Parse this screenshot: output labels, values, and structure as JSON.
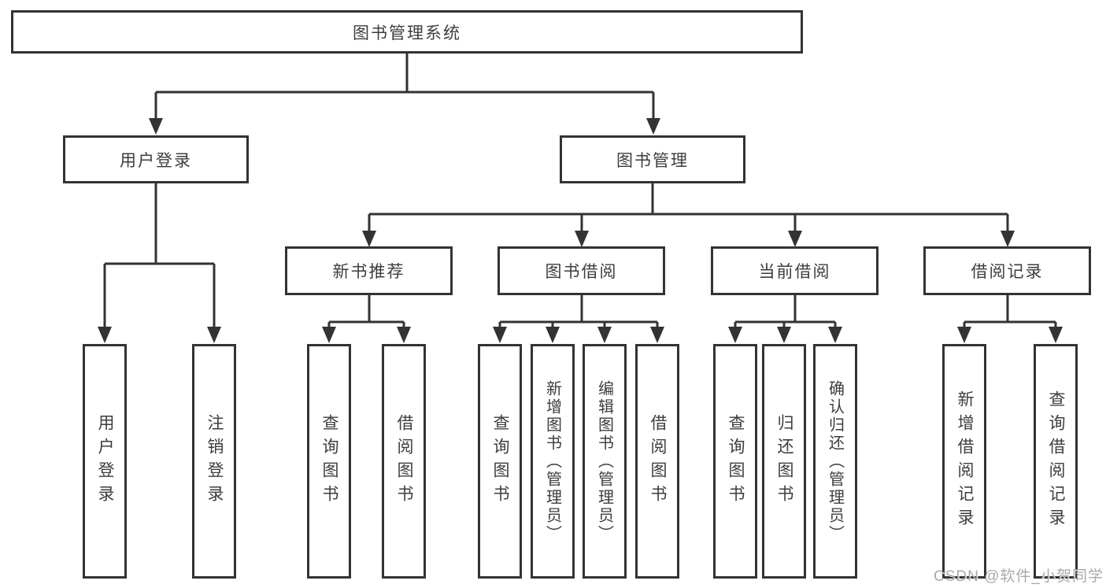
{
  "root": {
    "label": "图书管理系统"
  },
  "level2": [
    {
      "id": "user-login",
      "label": "用户登录"
    },
    {
      "id": "book-management",
      "label": "图书管理"
    }
  ],
  "level3": [
    {
      "id": "new-book-recommend",
      "label": "新书推荐"
    },
    {
      "id": "book-borrowing",
      "label": "图书借阅"
    },
    {
      "id": "current-borrowing",
      "label": "当前借阅"
    },
    {
      "id": "borrowing-records",
      "label": "借阅记录"
    }
  ],
  "leaves": [
    {
      "id": "user-login-action",
      "label": "用户登录"
    },
    {
      "id": "logout-action",
      "label": "注销登录"
    },
    {
      "id": "query-books-1",
      "label": "查询图书"
    },
    {
      "id": "borrow-books-1",
      "label": "借阅图书"
    },
    {
      "id": "query-books-2",
      "label": "查询图书"
    },
    {
      "id": "add-books-admin",
      "label": "新增图书（管理员）"
    },
    {
      "id": "edit-books-admin",
      "label": "编辑图书（管理员）"
    },
    {
      "id": "borrow-books-2",
      "label": "借阅图书"
    },
    {
      "id": "query-books-3",
      "label": "查询图书"
    },
    {
      "id": "return-books",
      "label": "归还图书"
    },
    {
      "id": "confirm-return-admin",
      "label": "确认归还（管理员）"
    },
    {
      "id": "add-borrow-record",
      "label": "新增借阅记录"
    },
    {
      "id": "query-borrow-record",
      "label": "查询借阅记录"
    }
  ],
  "watermark": {
    "text": "CSDN @软件_小贺同学"
  },
  "colors": {
    "line": "#333333",
    "border": "#333333",
    "text": "#3d3d3d",
    "watermark": "#9a9aa0",
    "background": "#ffffff"
  }
}
